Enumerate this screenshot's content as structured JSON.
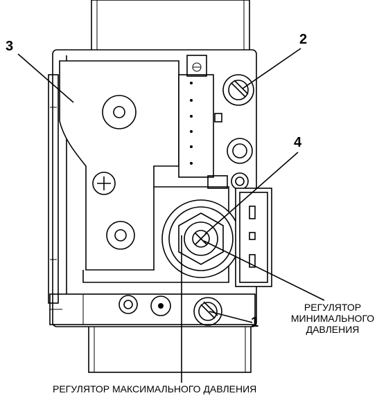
{
  "callouts": {
    "n1": "1",
    "n2": "2",
    "n3": "3",
    "n4": "4"
  },
  "labels": {
    "min_regulator_line1": "РЕГУЛЯТОР",
    "min_regulator_line2": "МИНИМАЛЬНОГО",
    "min_regulator_line3": "ДАВЛЕНИЯ",
    "max_regulator": "РЕГУЛЯТОР МАКСИМАЛЬНОГО ДАВЛЕНИЯ"
  },
  "colors": {
    "line": "#000000",
    "background": "#ffffff"
  }
}
